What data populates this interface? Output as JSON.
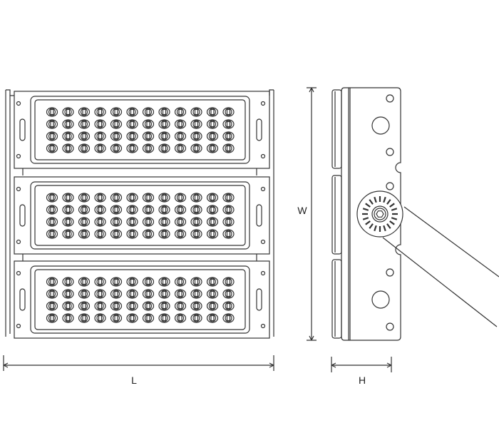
{
  "dimensions": {
    "length_label": "L",
    "width_label": "W",
    "height_label": "H"
  },
  "front_view": {
    "module_count": 3,
    "led_rows_per_module": 4,
    "led_columns_per_module": 12
  },
  "colors": {
    "line": "#333333",
    "background": "#ffffff"
  }
}
